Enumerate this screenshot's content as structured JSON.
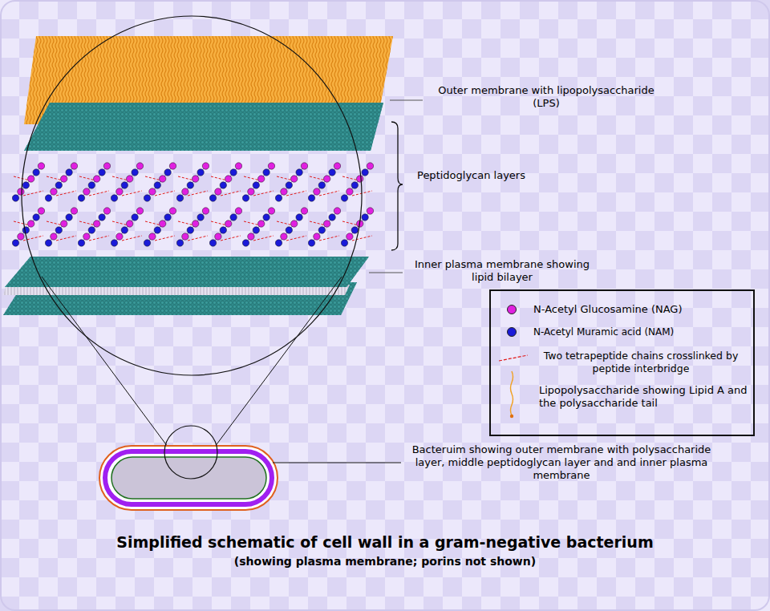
{
  "diagram": {
    "title": "Simplified schematic of cell wall in a gram-negative bacterium",
    "caption": "(showing plasma membrane; porins not shown)",
    "labels": [
      "Outer membrane with lipopolysaccharide (LPS)",
      "Peptidoglycan layers",
      "Inner plasma membrane showing lipid bilayer",
      "Bacteruim showing outer membrane with polysaccharide layer, middle peptidoglycan layer and and inner plasma membrane"
    ],
    "legend": [
      {
        "text": "N-Acetyl Glucosamine (NAG)",
        "color": "#e020e0"
      },
      {
        "text": "N-Acetyl Muramic acid (NAM)",
        "color": "#1a1ad8"
      },
      {
        "text": "Two tetrapeptide chains crosslinked by peptide interbridge"
      },
      {
        "text": "Lipopolysaccharide showing Lipid A and the polysaccharide tail"
      }
    ]
  }
}
